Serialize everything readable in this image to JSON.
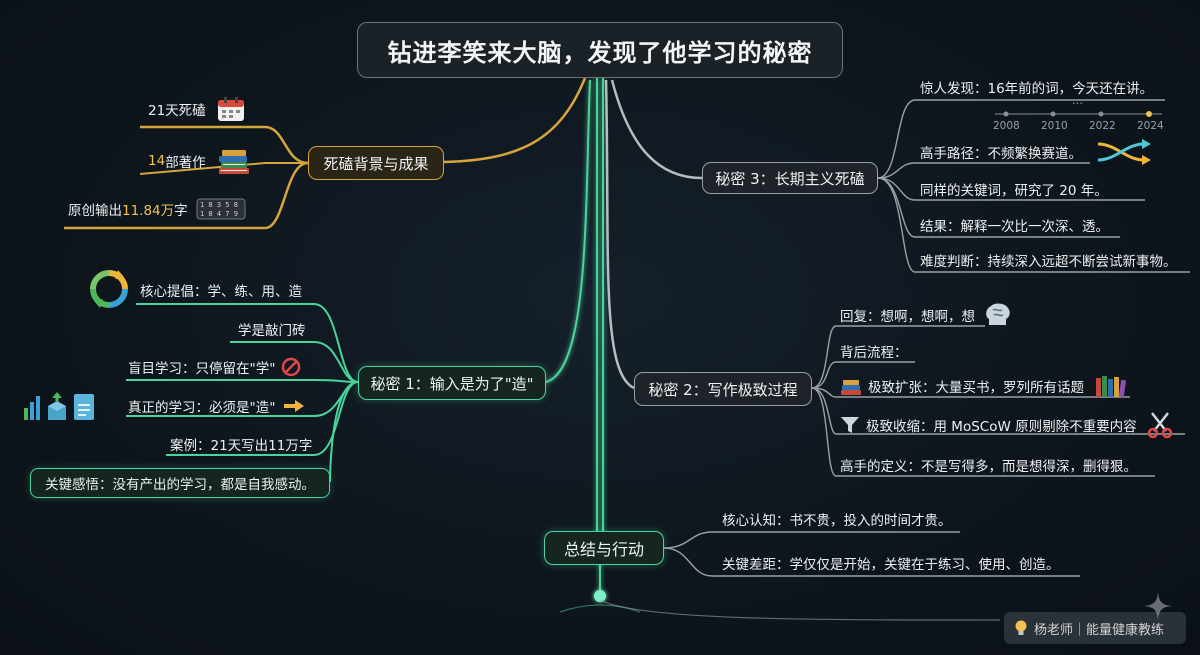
{
  "title": "钻进李笑来大脑，发现了他学习的秘密",
  "background_branch": {
    "label": "死磕背景与成果",
    "items": [
      {
        "text": "21天死磕",
        "icon": "calendar-icon"
      },
      {
        "pre": "",
        "hl": "14",
        "post": "部著作",
        "icon": "books-icon"
      },
      {
        "pre": "原创输出 ",
        "hl": "11.84万",
        "post": "字",
        "icon": "counter-icon"
      }
    ]
  },
  "secret1": {
    "label": "秘密 1：输入是为了\"造\"",
    "items": [
      {
        "text": "核心提倡：学、练、用、造",
        "icon": "cycle-icon"
      },
      {
        "text": "学是敲门砖"
      },
      {
        "text": "盲目学习：只停留在\"学\"",
        "icon": "forbidden-icon"
      },
      {
        "text": "真正的学习：必须是\"造\"",
        "icon": "arrow-right-icon"
      },
      {
        "text": "案例：21天写出11万字"
      }
    ],
    "insight": "关键感悟：没有产出的学习，都是自我感动。"
  },
  "secret3": {
    "label": "秘密 3：长期主义死磕",
    "items": [
      {
        "text": "惊人发现：16年前的词，今天还在讲。"
      },
      {
        "text": "高手路径：不频繁换赛道。",
        "icon": "shuffle-icon"
      },
      {
        "text": "同样的关键词，研究了 20 年。"
      },
      {
        "text": "结果：解释一次比一次深、透。"
      },
      {
        "text": "难度判断：持续深入远超不断尝试新事物。"
      }
    ],
    "timeline": {
      "years": [
        "2008",
        "2010",
        "2022",
        "2024"
      ],
      "ellipsis": "…"
    }
  },
  "secret2": {
    "label": "秘密 2：写作极致过程",
    "items": [
      {
        "text": "回复：想啊，想啊，想",
        "icon": "brain-icon"
      },
      {
        "text": "背后流程："
      },
      {
        "text": "极致扩张：大量买书，罗列所有话题",
        "icon": "books-icon"
      },
      {
        "text": "极致收缩：用 MoSCoW 原则剔除不重要内容",
        "icon": "funnel-icon"
      },
      {
        "text": "高手的定义：不是写得多，而是想得深，删得狠。"
      }
    ]
  },
  "summary": {
    "label": "总结与行动",
    "items": [
      {
        "text": "核心认知：书不贵，投入的时间才贵。"
      },
      {
        "text": "关键差距：学仅仅是开始，关键在于练习、使用、创造。"
      }
    ]
  },
  "watermark": "杨老师｜能量健康教练",
  "colors": {
    "gold": "#d6a43c",
    "green": "#48d49a",
    "gray": "#9aa0a6",
    "highlight": "#f2c14e"
  }
}
